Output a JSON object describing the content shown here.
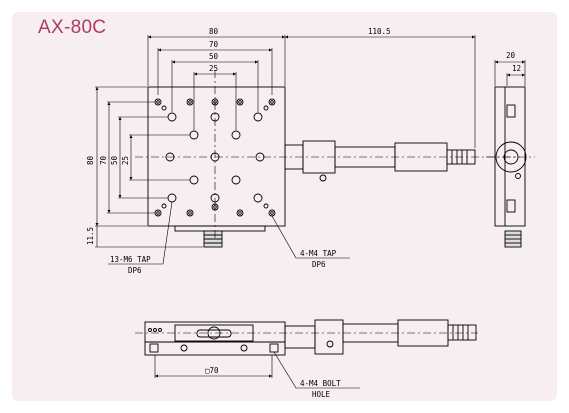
{
  "title": "AX-80C",
  "top_view": {
    "dimensions": {
      "width_80": "80",
      "width_70": "70",
      "width_50": "50",
      "width_25": "25",
      "offset_110_5": "110.5",
      "height_80": "80",
      "height_70": "70",
      "height_50": "50",
      "height_25": "25",
      "height_11_5": "11.5"
    },
    "callouts": {
      "m6_tap_line1": "13-M6 TAP",
      "m6_tap_line2": "DP6",
      "m4_tap_line1": "4-M4 TAP",
      "m4_tap_line2": "DP6"
    }
  },
  "side_view": {
    "dimensions": {
      "width_20": "20",
      "width_12": "12"
    }
  },
  "front_view": {
    "dimensions": {
      "base_70": "□70"
    },
    "callouts": {
      "m4_bolt_line1": "4-M4 BOLT",
      "m4_bolt_line2": "HOLE"
    }
  }
}
